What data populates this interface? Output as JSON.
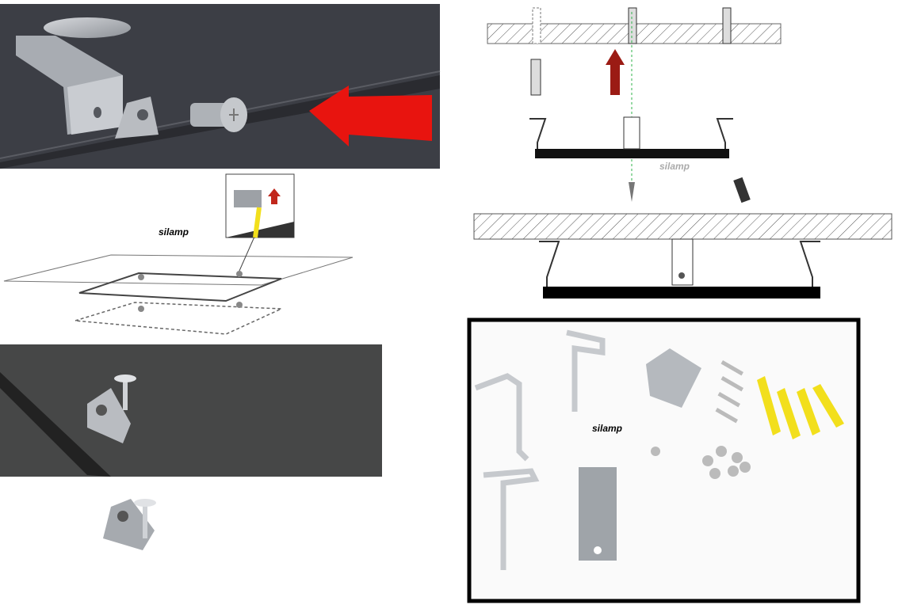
{
  "watermarks": {
    "exploded_view": "silamp",
    "ceiling_diagram": "silamp",
    "parts_photo": "silamp"
  },
  "colors": {
    "dark_panel": "#3c3e45",
    "dark_panel_2": "#464747",
    "arrow_red": "#e8140f",
    "arrow_darkred": "#9b1b14",
    "anchor_yellow": "#f2df1c",
    "guide_green": "#2fb34a"
  }
}
